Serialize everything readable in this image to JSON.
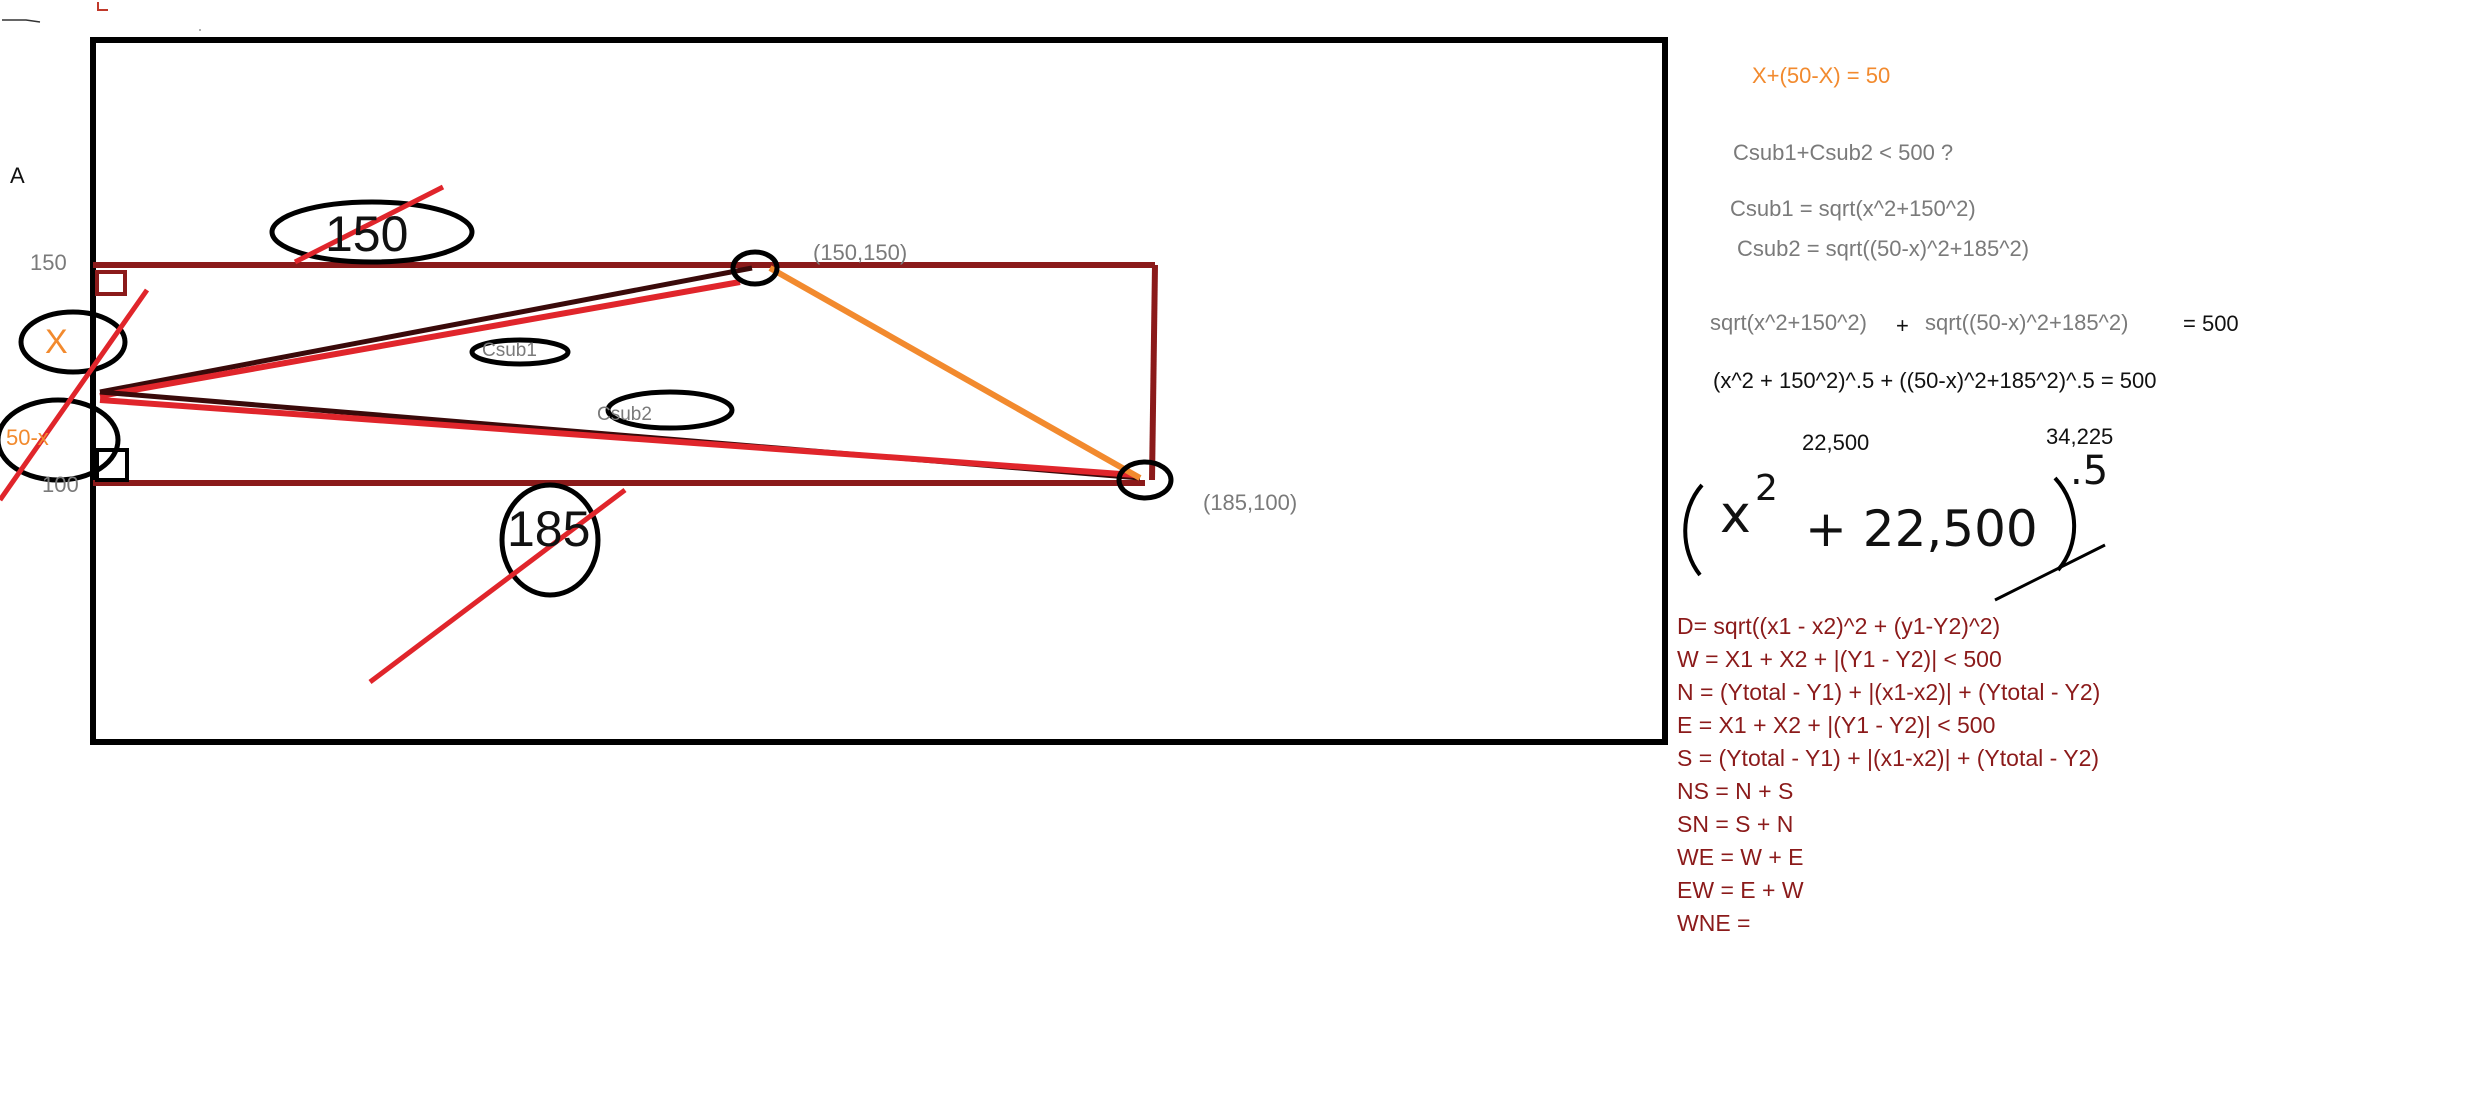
{
  "diagram": {
    "corner_label": "A",
    "y_labels": {
      "top": "150",
      "bottom": "100"
    },
    "points": {
      "p1": "(150,150)",
      "p2": "(185,100)"
    },
    "side_labels": {
      "x": "X",
      "fifty_minus_x": "50-x"
    },
    "segment_labels": {
      "c1": "Csub1",
      "c2": "Csub2"
    },
    "circled_numbers": {
      "top": "150",
      "bottom": "185"
    },
    "colors": {
      "frame": "#000000",
      "maroon": "#8b1a1a",
      "red": "#e0252b",
      "orange": "#f28a2e",
      "gray": "#7a7a7a"
    }
  },
  "notes": {
    "line1": "X+(50-X) = 50",
    "line2": "Csub1+Csub2 < 500 ?",
    "line3": "Csub1 = sqrt(x^2+150^2)",
    "line4": "Csub2 = sqrt((50-x)^2+185^2)",
    "eq_left": "sqrt(x^2+150^2)",
    "eq_plus": "+",
    "eq_mid": "sqrt((50-x)^2+185^2)",
    "eq_right": "= 500",
    "eq_power": "(x^2 + 150^2)^.5 + ((50-x)^2+185^2)^.5 = 500",
    "val1": "22,500",
    "val2": "34,225",
    "hand_base": "x",
    "hand_exp": "2",
    "hand_rest": "+ 22,500",
    "hand_power": ".5"
  },
  "formulas": [
    "D= sqrt((x1 - x2)^2 + (y1-Y2)^2)",
    "W = X1 + X2 + |(Y1 - Y2)| < 500",
    "N = (Ytotal - Y1) + |(x1-x2)| + (Ytotal - Y2)",
    "E =  X1 + X2 + |(Y1 - Y2)| < 500",
    "S = (Ytotal - Y1) + |(x1-x2)| + (Ytotal - Y2)",
    "NS = N + S",
    "SN = S + N",
    "WE = W + E",
    "EW = E + W",
    "WNE ="
  ]
}
